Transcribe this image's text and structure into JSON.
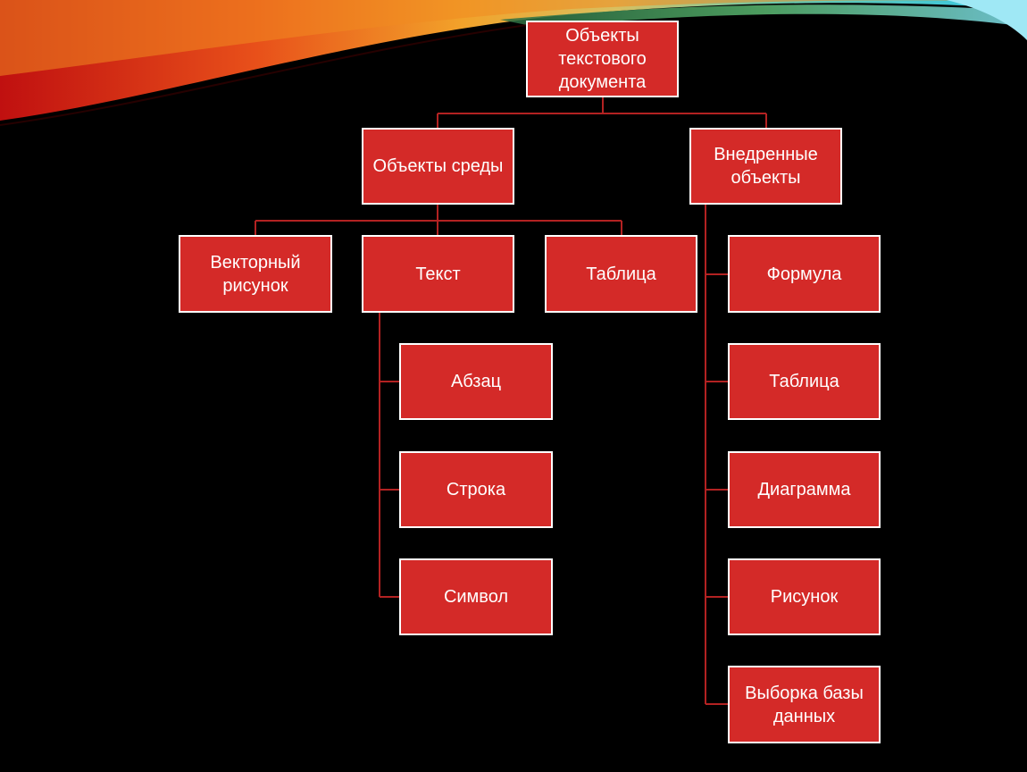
{
  "diagram": {
    "root": "Объекты текстового документа",
    "env": "Объекты среды",
    "embedded": "Внедренные объекты",
    "env_children": [
      "Векторный рисунок",
      "Текст",
      "Таблица"
    ],
    "text_children": [
      "Абзац",
      "Строка",
      "Символ"
    ],
    "embedded_children": [
      "Формула",
      "Таблица",
      "Диаграмма",
      "Рисунок",
      "Выборка базы данных"
    ]
  },
  "colors": {
    "node_fill": "#d42a28",
    "node_border": "#ffffff",
    "connector": "#b32222",
    "background": "#000000"
  }
}
